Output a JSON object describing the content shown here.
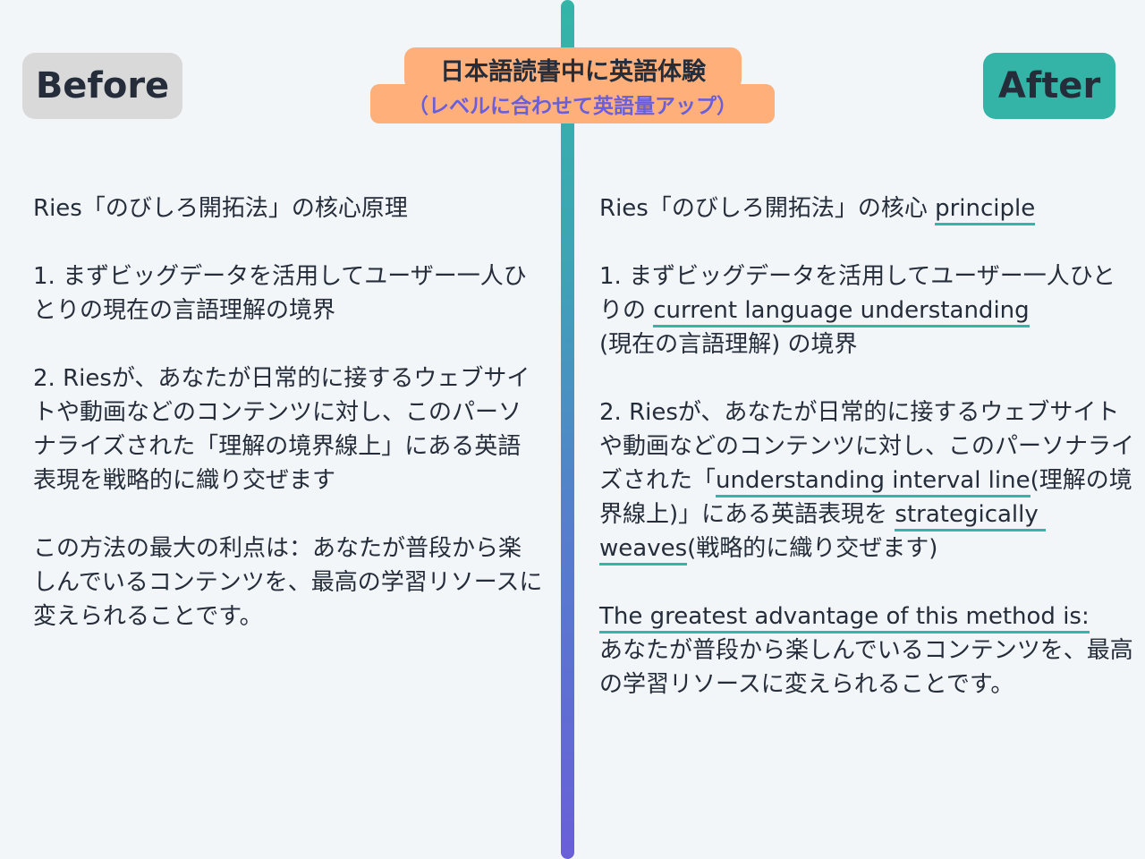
{
  "badges": {
    "before": "Before",
    "after": "After"
  },
  "title": {
    "main": "日本語読書中に英語体験",
    "sub": "（レベルに合わせて英語量アップ）"
  },
  "colors": {
    "teal": "#34b4a7",
    "orange": "#ffb07a",
    "purple": "#6a5fd8",
    "gray_badge": "#d9d9d9",
    "background": "#f2f6f9",
    "text": "#262d3a"
  },
  "before": {
    "heading": "Ries「のびしろ開拓法」の核心原理",
    "point1": "1. まずビッグデータを活用してユーザー一人ひとりの現在の言語理解の境界",
    "point2": "2. Riesが、あなたが日常的に接するウェブサイトや動画などのコンテンツに対し、このパーソナライズされた「理解の境界線上」にある英語表現を戦略的に織り交ぜます",
    "conclusion": "この方法の最大の利点は：あなたが普段から楽しんでいるコンテンツを、最高の学習リソースに変えられることです。"
  },
  "after": {
    "heading_pre": "Ries「のびしろ開拓法」の核心 ",
    "heading_en": "principle",
    "p1_pre": "1. まずビッグデータを活用してユーザー一人ひとりの ",
    "p1_en": "current language understanding",
    "p1_post": "\n(現在の言語理解) の境界",
    "p2_pre": "2. Riesが、あなたが日常的に接するウェブサイトや動画などのコンテンツに対し、このパーソナライズされた「",
    "p2_en1": "understanding interval line",
    "p2_mid": "(理解の境界線上)」にある英語表現を ",
    "p2_en2": "strategically weaves",
    "p2_post": "(戦略的に織り交ぜます)",
    "c_en": "The greatest advantage of this method is:",
    "c_post": "\nあなたが普段から楽しんでいるコンテンツを、最高の学習リソースに変えられることです。"
  }
}
